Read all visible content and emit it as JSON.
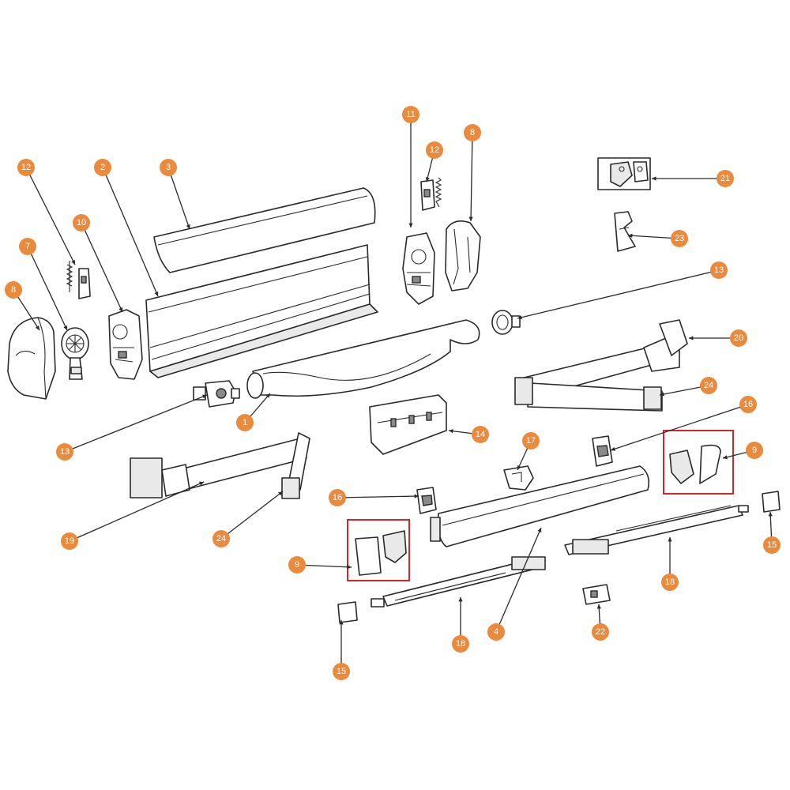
{
  "colors": {
    "callout": "#ea8a3c",
    "highlight": "#d9252a",
    "line": "#2a2a2a"
  },
  "callouts": [
    {
      "label": "12"
    },
    {
      "label": "2"
    },
    {
      "label": "3"
    },
    {
      "label": "10"
    },
    {
      "label": "7"
    },
    {
      "label": "8"
    },
    {
      "label": "13"
    },
    {
      "label": "1"
    },
    {
      "label": "11"
    },
    {
      "label": "12"
    },
    {
      "label": "8"
    },
    {
      "label": "21"
    },
    {
      "label": "23"
    },
    {
      "label": "13"
    },
    {
      "label": "20"
    },
    {
      "label": "24"
    },
    {
      "label": "16"
    },
    {
      "label": "9"
    },
    {
      "label": "14"
    },
    {
      "label": "17"
    },
    {
      "label": "16"
    },
    {
      "label": "19"
    },
    {
      "label": "24"
    },
    {
      "label": "9"
    },
    {
      "label": "15"
    },
    {
      "label": "18"
    },
    {
      "label": "4"
    },
    {
      "label": "18"
    },
    {
      "label": "22"
    },
    {
      "label": "15"
    }
  ]
}
